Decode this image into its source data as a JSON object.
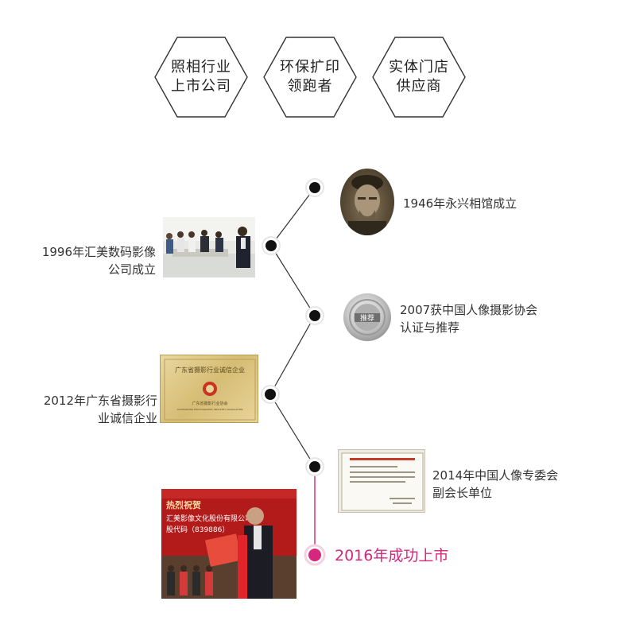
{
  "badges": [
    {
      "line1": "照相行业",
      "line2": "上市公司"
    },
    {
      "line1": "环保扩印",
      "line2": "领跑者"
    },
    {
      "line1": "实体门店",
      "line2": "供应商"
    }
  ],
  "milestones": {
    "m1946": "1946年永兴相馆成立",
    "m1996_line1": "1996年汇美数码影像",
    "m1996_line2": "公司成立",
    "m2007_line1": "2007获中国人像摄影协会",
    "m2007_line2": "认证与推荐",
    "m2012_line1": "2012年广东省摄影行",
    "m2012_line2": "业诚信企业",
    "m2014_line1": "2014年中国人像专委会",
    "m2014_line2": "副会长单位",
    "m2016": "2016年成功上市"
  },
  "photos": {
    "medal_text": "推荐",
    "plaque_title": "广东省摄影行业诚信企业",
    "plaque_org": "广东省摄影行业协会",
    "plaque_org_en": "GUANGDONG PHOTOGRAPHIC INDUSTRY ASSOCIATION",
    "listing_banner_1": "热烈祝贺",
    "listing_banner_2": "汇美影像文化股份有限公司",
    "listing_banner_3": "股代码（839886）"
  },
  "colors": {
    "line": "#333333",
    "dot": "#111111",
    "accent": "#d5277c"
  }
}
